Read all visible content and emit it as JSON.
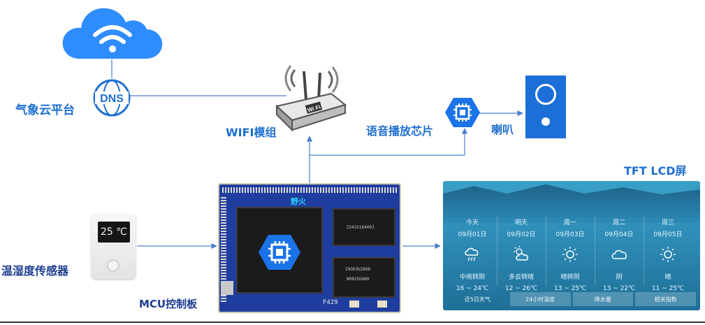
{
  "labels": {
    "weather_cloud": "气象云平台",
    "wifi_module": "WIFI模组",
    "voice_chip": "语音播放芯片",
    "speaker": "喇叭",
    "tft_lcd": "TFT LCD屏",
    "sensor": "温湿度传感器",
    "mcu_board": "MCU控制板",
    "dns": "DNS"
  },
  "sensor_display": "25 ℃",
  "board": {
    "brand": "野火",
    "silk": "F429",
    "chip1_line1": "Z9O03U2898",
    "chip1_line2": "W9825G6KH",
    "chip2_line1": "IS42S16400J"
  },
  "tft": {
    "days": [
      {
        "day": "今天",
        "date": "09月01日",
        "weather": "中雨转阴",
        "temp": "16 ~ 24℃",
        "icon": "rain-icon"
      },
      {
        "day": "明天",
        "date": "09月02日",
        "weather": "多云转晴",
        "temp": "12 ~ 26℃",
        "icon": "partly-sunny-icon"
      },
      {
        "day": "周一",
        "date": "09月03日",
        "weather": "晴转阴",
        "temp": "13 ~ 25℃",
        "icon": "sun-icon"
      },
      {
        "day": "周二",
        "date": "09月04日",
        "weather": "阴",
        "temp": "13 ~ 22℃",
        "icon": "cloud-icon"
      },
      {
        "day": "周三",
        "date": "09月05日",
        "weather": "晴",
        "temp": "11 ~ 25℃",
        "icon": "sun-icon"
      }
    ],
    "tabs": [
      "近5日天气",
      "24小时温度",
      "降水量",
      "相关指数"
    ]
  },
  "colors": {
    "label_blue": "#1e6fd0",
    "label_dark": "#1d3d8f",
    "cloud": "#2f8cff",
    "chip_icon": "#1a73e8",
    "line": "#4a7fd0"
  }
}
